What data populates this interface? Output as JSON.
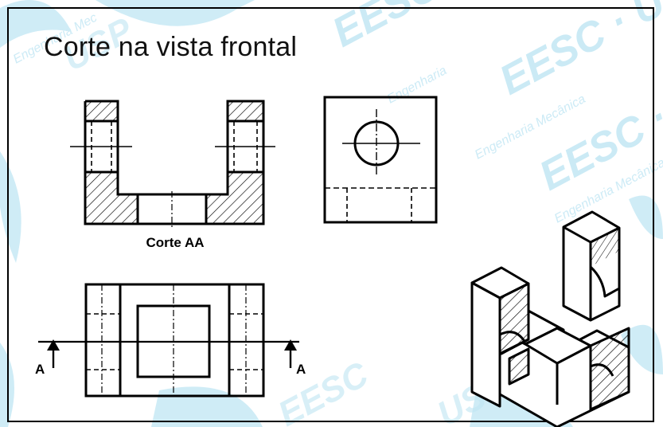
{
  "slide": {
    "title": "Corte na vista frontal"
  },
  "section_view": {
    "caption": "Corte AA"
  },
  "top_view": {
    "cut_label_left": "A",
    "cut_label_right": "A"
  },
  "watermark": {
    "text_logo": "EESC · USP",
    "text_sub": "Engenharia Mecânica",
    "color": "#bfe6f3"
  },
  "colors": {
    "line": "#000000",
    "background": "#ffffff"
  }
}
